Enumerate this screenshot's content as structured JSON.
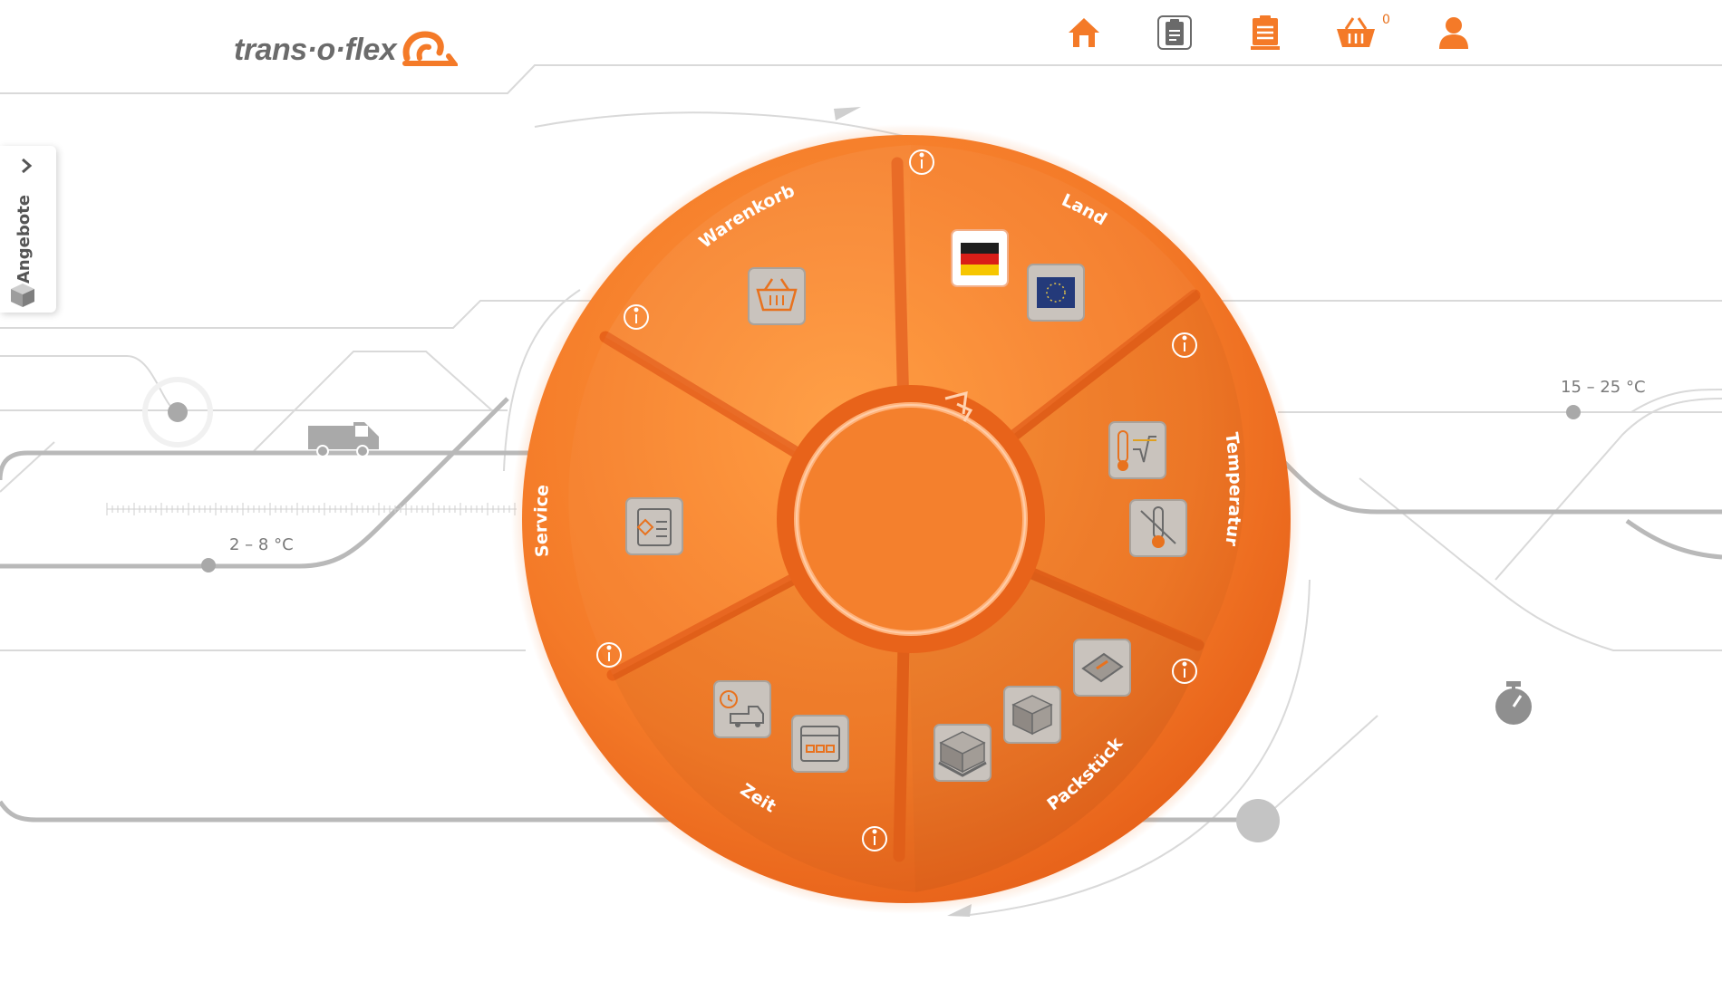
{
  "brand": {
    "logo_text": "trans·o·flex"
  },
  "nav": {
    "home": "home-icon",
    "list": "clipboard-list-icon",
    "orders": "clipboard-pallet-icon",
    "cart": "basket-icon",
    "cart_count": "0",
    "user": "user-icon"
  },
  "side_tab": {
    "label": "Angebote"
  },
  "temps": {
    "cold": "2 – 8 °C",
    "ambient": "15 – 25 °C"
  },
  "wheel": {
    "segments": {
      "land": "Land",
      "temperatur": "Temperatur",
      "packstueck": "Packstück",
      "zeit": "Zeit",
      "service": "Service",
      "warenkorb": "Warenkorb"
    }
  },
  "colors": {
    "orange": "#f47a28",
    "orange_dark": "#e25a14",
    "grey_line": "#b9b9b9",
    "tile": "#c9c3bd"
  }
}
